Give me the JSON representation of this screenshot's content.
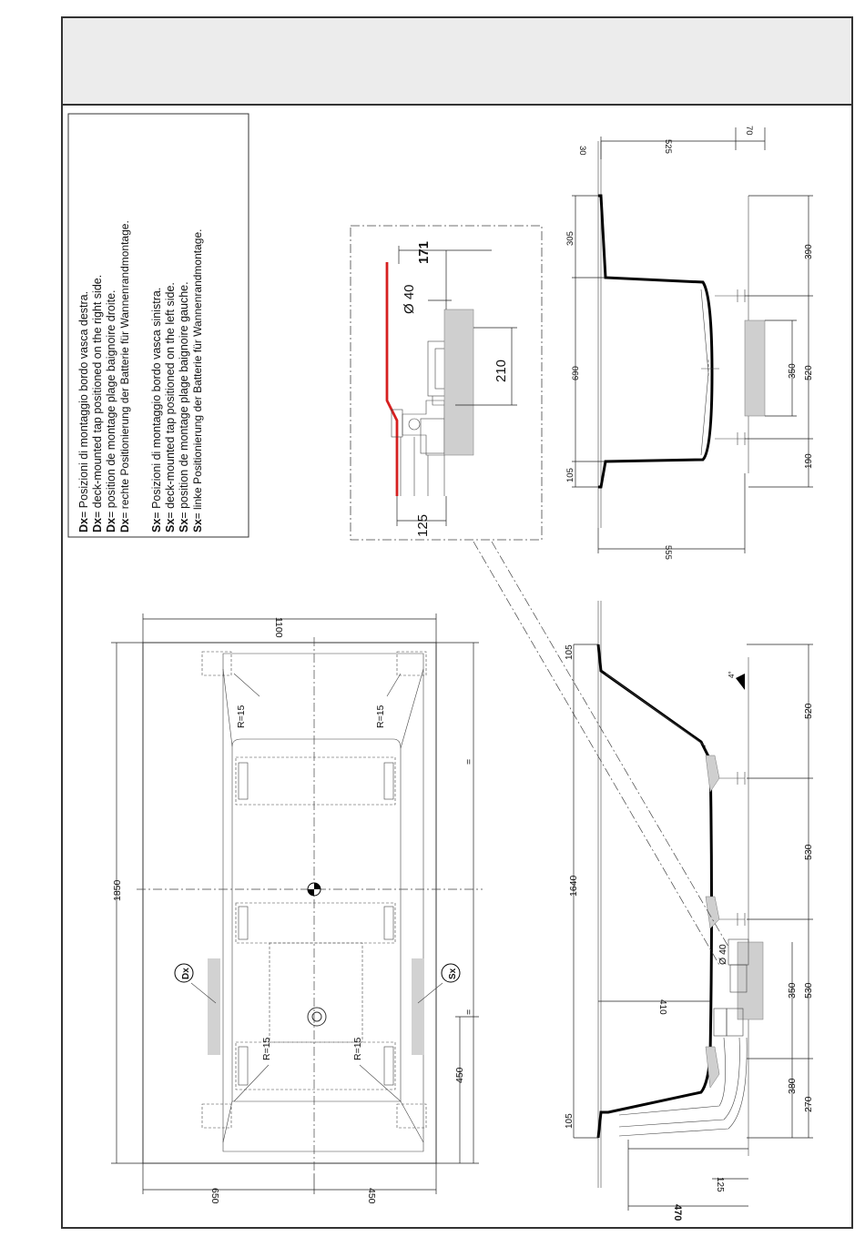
{
  "legend": {
    "dx_key": "Dx",
    "sx_key": "Sx",
    "sep": "=",
    "dx_lines": [
      "Posizioni di montaggio bordo vasca destra.",
      "deck-mounted tap positioned on the right side.",
      "position de montage plage baignoire droite.",
      "rechte Positionierung der Batterie für Wannenrandmontage."
    ],
    "sx_lines": [
      "Posizioni di montaggio bordo vasca sinistra.",
      "deck-mounted tap positioned on the left side.",
      "position de montage plage baignoire gauche.",
      "linke Positionierung der Batterie für Wannenrandmontage."
    ]
  },
  "plan_view": {
    "length": "1850",
    "width": "1100",
    "width_left": "650",
    "width_right": "450",
    "drain_offset": "450",
    "equal_mark": "=",
    "radius_labels": [
      "R=15",
      "R=15",
      "R=15",
      "R=15"
    ],
    "tap_left": "Dx",
    "tap_right": "Sx"
  },
  "side_view": {
    "length": "1640",
    "rim_left": "105",
    "rim_right": "105",
    "feet": [
      "270",
      "530",
      "530",
      "520"
    ],
    "sub_380": "380",
    "sub_350": "350",
    "drain_distance": "410",
    "diameter": "Ø 40",
    "depth_470": "470",
    "depth_125": "125",
    "slope": "4°"
  },
  "end_view": {
    "top_30": "30",
    "width_525": "525",
    "edge_70": "70",
    "bottom_555": "555",
    "rim_105": "105",
    "inner_690": "690",
    "rim_305": "305",
    "feet_190": "190",
    "feet_520": "520",
    "feet_390": "390",
    "sub_350": "350"
  },
  "detail": {
    "height_171": "171",
    "diameter": "Ø 40",
    "depth_210": "210",
    "width_125": "125"
  }
}
